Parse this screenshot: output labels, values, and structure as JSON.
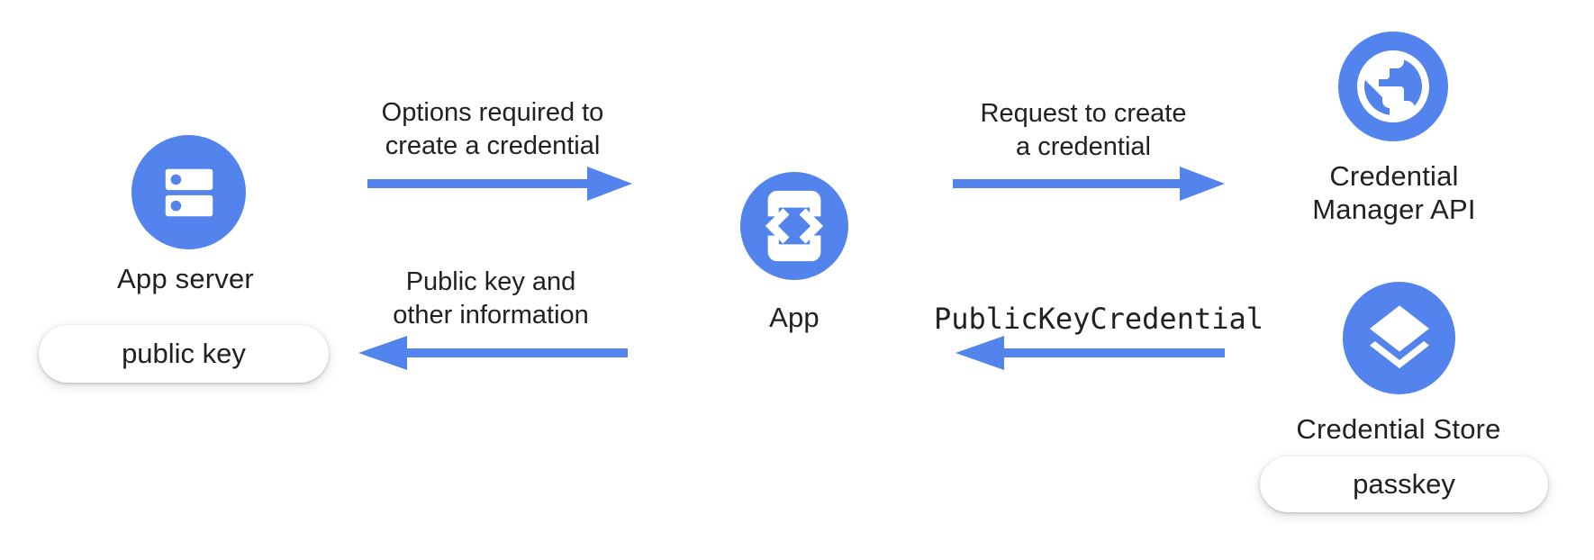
{
  "colors": {
    "accent_blue": "#5383EC",
    "text": "#202124",
    "pill_background": "#FFFFFF"
  },
  "nodes": {
    "app_server": {
      "label": "App server",
      "icon": "server-icon",
      "badge": "public key"
    },
    "app": {
      "label": "App",
      "icon": "phone-code-icon"
    },
    "credential_manager_api": {
      "label_line1": "Credential",
      "label_line2": "Manager API",
      "icon": "globe-icon"
    },
    "credential_store": {
      "label": "Credential Store",
      "icon": "layers-icon",
      "badge": "passkey"
    }
  },
  "flows": {
    "options_to_create": {
      "line1": "Options required to",
      "line2": "create a credential",
      "direction": "right"
    },
    "public_key_info": {
      "line1": "Public key and",
      "line2": "other information",
      "direction": "left"
    },
    "request_to_create": {
      "line1": "Request to create",
      "line2": "a credential",
      "direction": "right"
    },
    "public_key_credential": {
      "label": "PublicKeyCredential",
      "direction": "left"
    }
  }
}
